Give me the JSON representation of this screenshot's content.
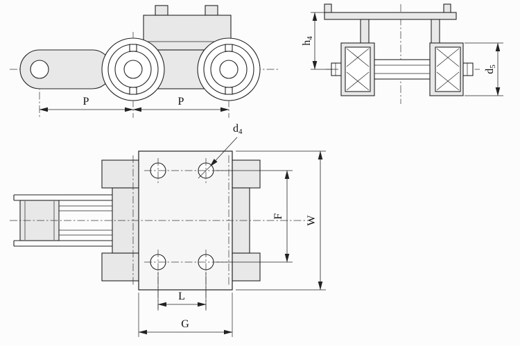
{
  "dim_labels": {
    "p1": "P",
    "p2": "P",
    "h4": {
      "base": "h",
      "sub": "4"
    },
    "d5": {
      "base": "d",
      "sub": "5"
    },
    "d4": {
      "base": "d",
      "sub": "4"
    },
    "f": "F",
    "w": "W",
    "l": "L",
    "g": "G"
  },
  "colors": {
    "line": "#222222",
    "part_fill": "#e8e8e8",
    "plate_fill": "#f6f6f6",
    "background": "#fcfcfc"
  }
}
